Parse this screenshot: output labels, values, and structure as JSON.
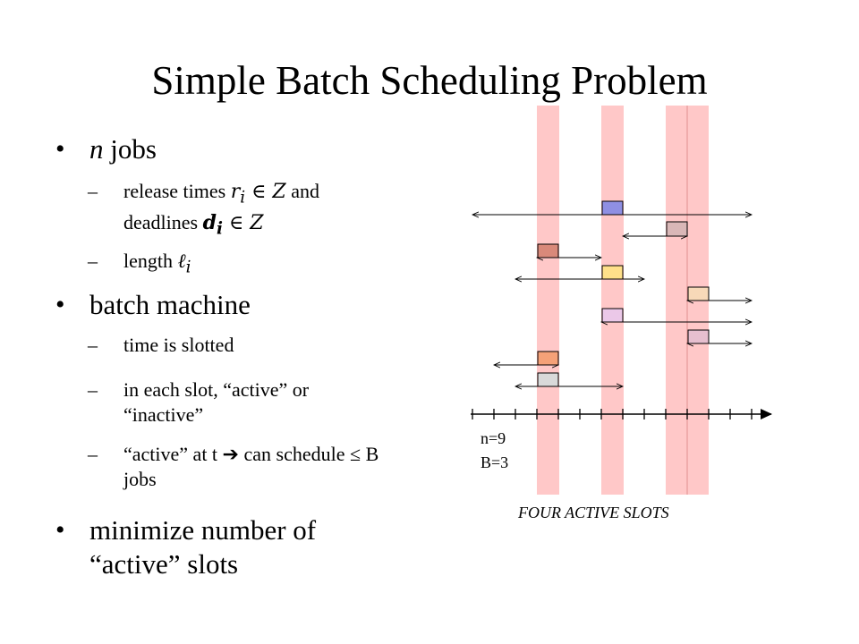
{
  "title": "Simple Batch Scheduling Problem",
  "bullets": [
    {
      "italic_prefix": "n",
      "text": " jobs"
    },
    {
      "text": "batch machine"
    },
    {
      "text": "minimize number of “active” slots"
    }
  ],
  "sub": {
    "release_a": "release times ",
    "release_r": "r",
    "release_i": "i",
    "release_in": " ∈ ",
    "release_z": "Z",
    "release_and": " and",
    "deadlines": "deadlines ",
    "d": "d",
    "d_i": "i",
    "d_in": " ∈ ",
    "d_z": "Z",
    "length": "length ",
    "ell": "ℓ",
    "ell_i": "i",
    "slotted": "time is slotted",
    "each_slot": "in each slot, “active” or “inactive”",
    "active_at_a": "“active” at t ",
    "arrow": "➔",
    "active_at_b": " can schedule ",
    "leq": "≤",
    "active_at_c": " B jobs"
  },
  "diagram": {
    "n_label": "n=9",
    "b_label": "B=3",
    "slots_label": "FOUR ACTIVE SLOTS",
    "colors": {
      "slot": "#ffc8c8",
      "slot_line": "#e59a9a",
      "blue": "#8f8fe3",
      "mauve": "#d9b7b7",
      "salmon": "#d9897a",
      "yellow": "#ffe08a",
      "peach": "#f7d9b8",
      "pink": "#ebc8e8",
      "rose": "#e6bfcf",
      "orange": "#f5a178",
      "gray": "#d9d9d9"
    },
    "jobs": [
      {
        "color": "blue"
      },
      {
        "color": "mauve"
      },
      {
        "color": "salmon"
      },
      {
        "color": "yellow"
      },
      {
        "color": "peach"
      },
      {
        "color": "pink"
      },
      {
        "color": "rose"
      },
      {
        "color": "orange"
      },
      {
        "color": "gray"
      }
    ]
  }
}
